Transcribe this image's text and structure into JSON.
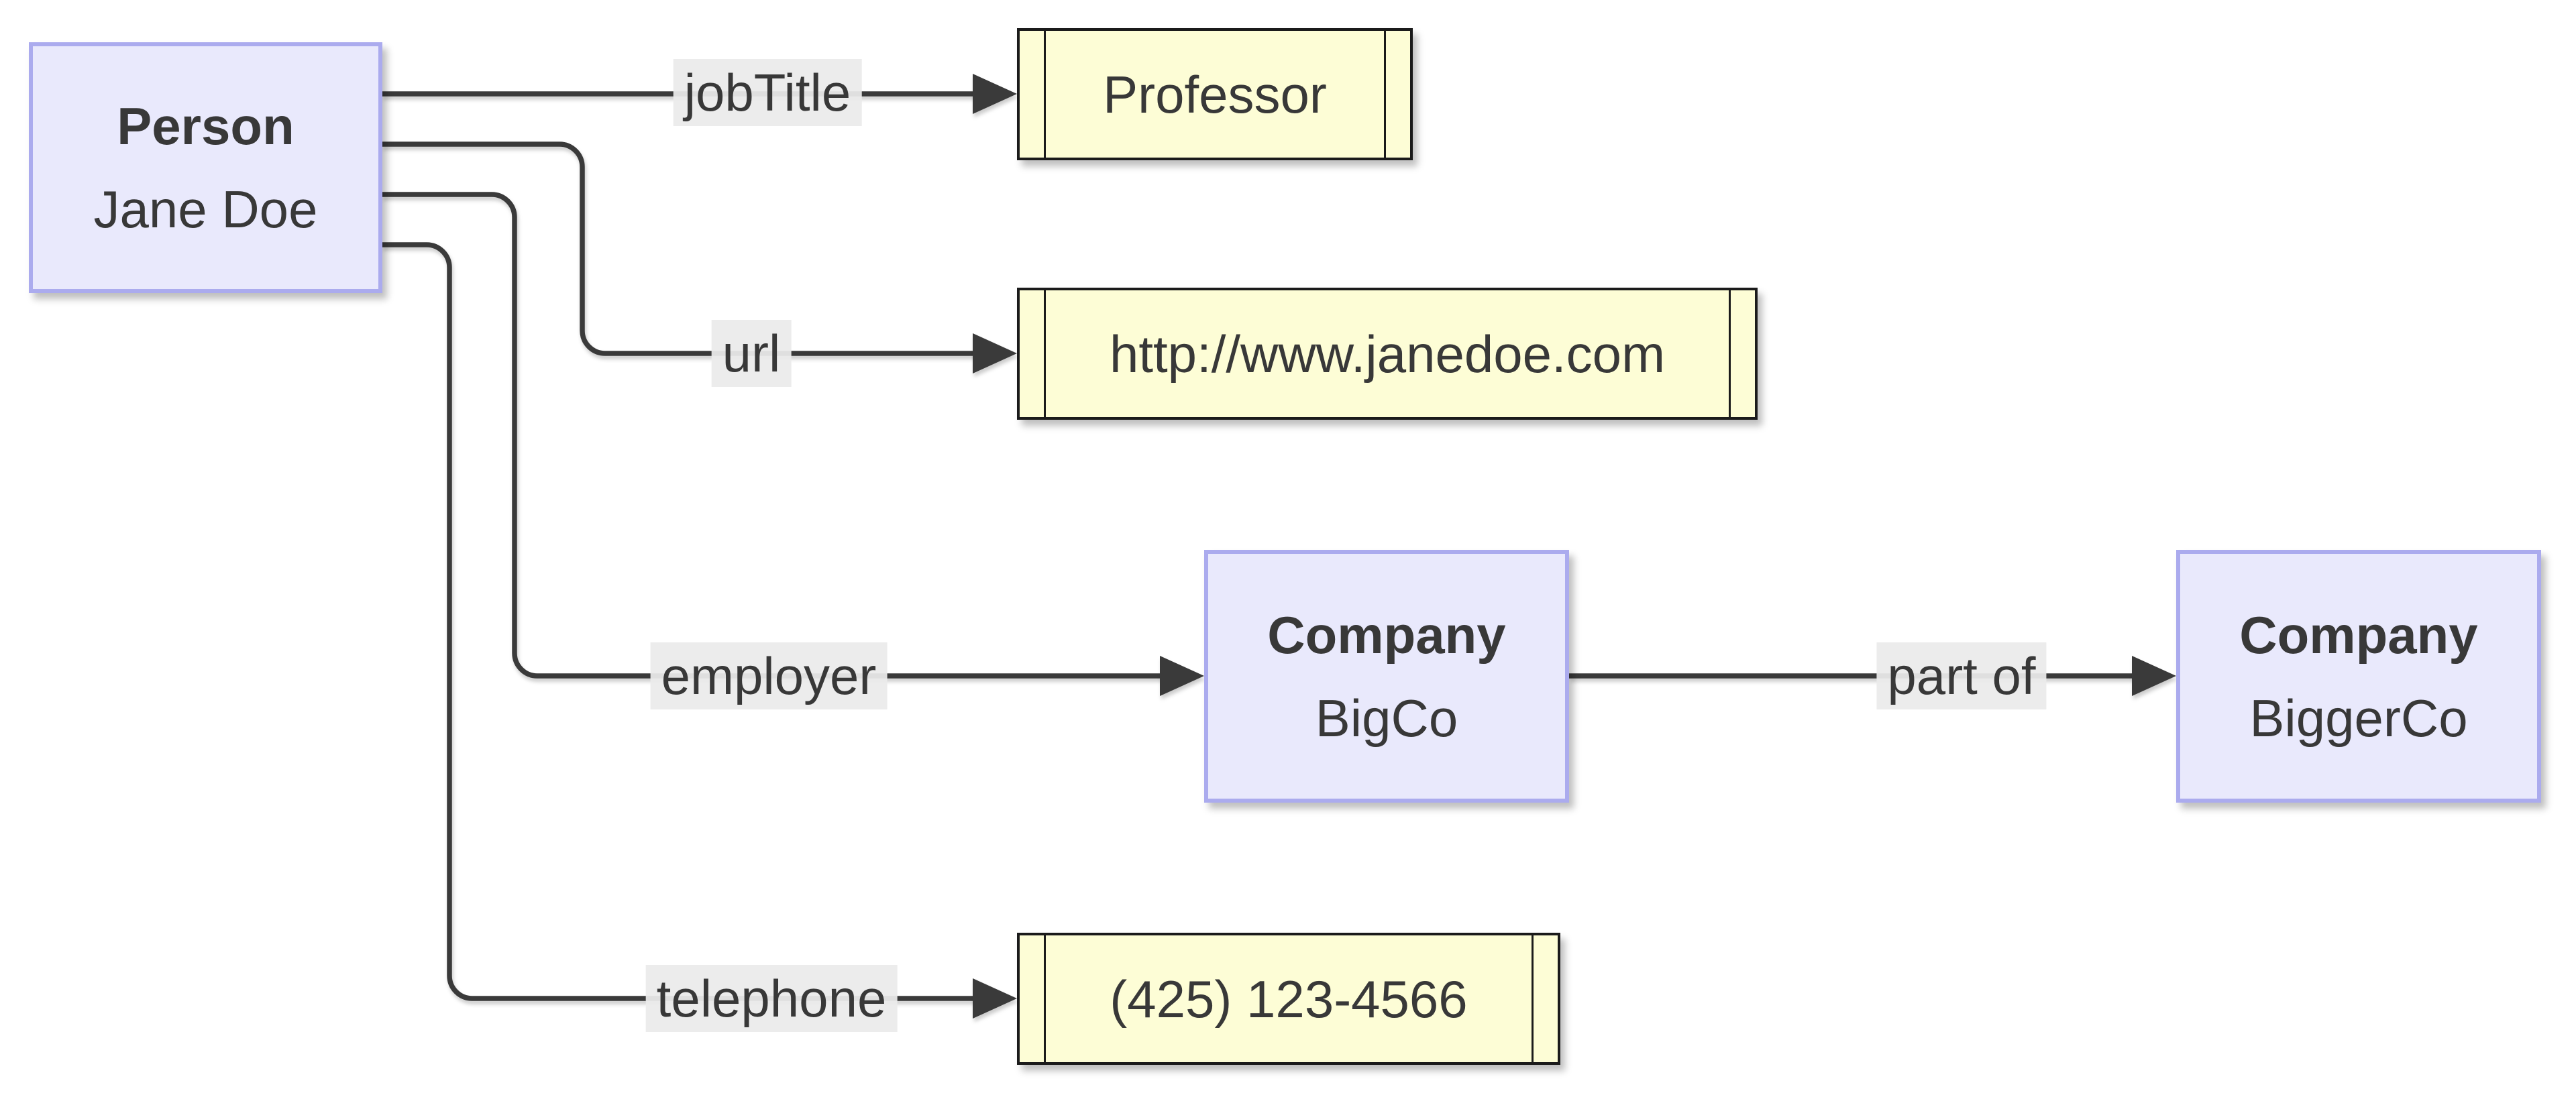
{
  "colors": {
    "canvas_bg": "#FFFFFF",
    "entity_fill": "#E9E9FC",
    "entity_border": "#ABABEE",
    "literal_fill": "#FDFDD6",
    "literal_border": "#1B1B1B",
    "edge": "#3A3A3A",
    "label_bg": "#EBEBEBEE",
    "text": "#383838"
  },
  "entities": {
    "person": {
      "type": "Person",
      "name": "Jane Doe"
    },
    "bigco": {
      "type": "Company",
      "name": "BigCo"
    },
    "biggerco": {
      "type": "Company",
      "name": "BiggerCo"
    }
  },
  "literals": {
    "job_title": {
      "value": "Professor"
    },
    "url": {
      "value": "http://www.janedoe.com"
    },
    "telephone": {
      "value": "(425) 123-4566"
    }
  },
  "edge_labels": {
    "job_title": "jobTitle",
    "url": "url",
    "employer": "employer",
    "part_of": "part of",
    "telephone": "telephone"
  }
}
